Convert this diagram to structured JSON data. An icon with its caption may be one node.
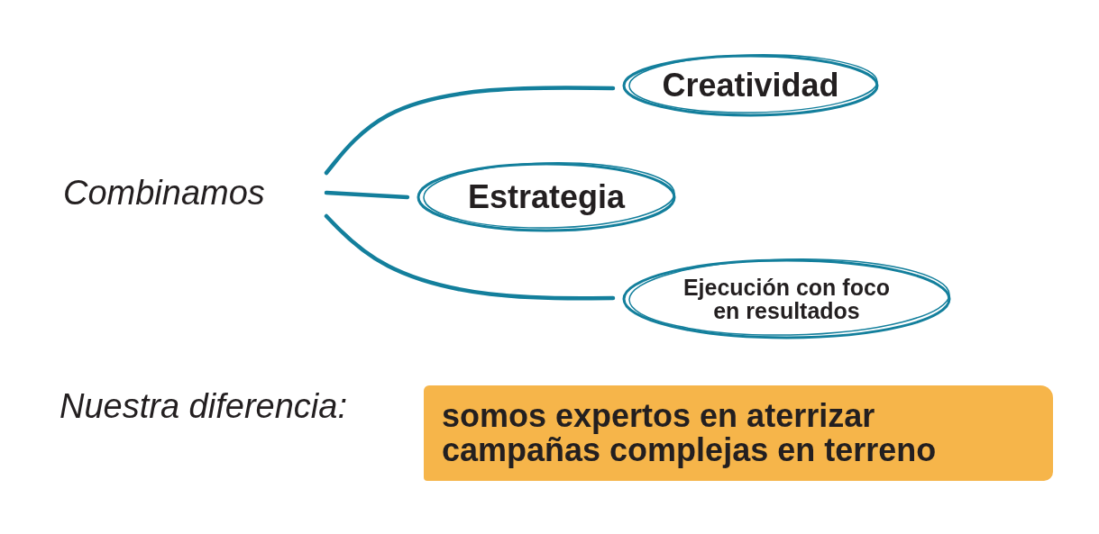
{
  "diagram": {
    "nodes": [
      {
        "text": [
          "Combinamos"
        ]
      },
      {
        "text": [
          "Creatividad"
        ]
      },
      {
        "text": [
          "Estrategia"
        ]
      },
      {
        "text": [
          "Ejecución con foco en resultados"
        ]
      },
      {
        "text": [
          "somos expertos en aterrizar campañas complejas en terreno"
        ]
      }
    ],
    "edges": [
      {
        "from": 0,
        "to": 1,
        "arrow": "none"
      },
      {
        "from": 0,
        "to": 2,
        "arrow": "none"
      },
      {
        "from": 0,
        "to": 3,
        "arrow": "none"
      }
    ],
    "labels": [
      "Nuestra diferencia:"
    ]
  }
}
